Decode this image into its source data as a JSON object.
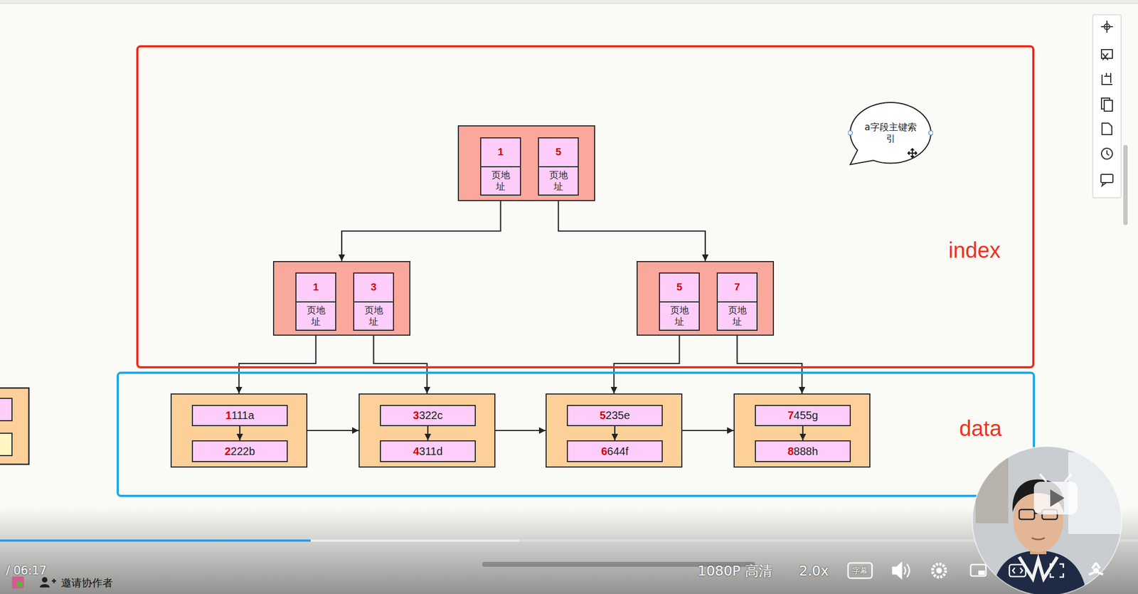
{
  "diagram": {
    "nodes": [
      {
        "text": [
          "index"
        ]
      },
      {
        "text": [],
        "in": 0
      },
      {
        "text": [
          "1",
          "页地址"
        ],
        "in": 1
      },
      {
        "text": [
          "5",
          "页地址"
        ],
        "in": 1
      },
      {
        "text": [
          "a字段主键索引"
        ],
        "in": 0
      },
      {
        "text": [],
        "in": 0
      },
      {
        "text": [
          "1",
          "页地址"
        ],
        "in": 5
      },
      {
        "text": [
          "3",
          "页地址"
        ],
        "in": 5
      },
      {
        "text": [],
        "in": 0
      },
      {
        "text": [
          "5",
          "页地址"
        ],
        "in": 8
      },
      {
        "text": [
          "7",
          "页地址"
        ],
        "in": 8
      },
      {
        "text": [
          "data"
        ]
      },
      {
        "text": [],
        "in": 11
      },
      {
        "text": [
          "1111a"
        ],
        "in": 12
      },
      {
        "text": [
          "2222b"
        ],
        "in": 12
      },
      {
        "text": [],
        "in": 11
      },
      {
        "text": [
          "3322c"
        ],
        "in": 15
      },
      {
        "text": [
          "4311d"
        ],
        "in": 15
      },
      {
        "text": [],
        "in": 11
      },
      {
        "text": [
          "5235e"
        ],
        "in": 18
      },
      {
        "text": [
          "6644f"
        ],
        "in": 18
      },
      {
        "text": [],
        "in": 11
      },
      {
        "text": [
          "7455g"
        ],
        "in": 21
      },
      {
        "text": [
          "8888h"
        ],
        "in": 21
      }
    ],
    "edges": [
      {
        "from": 2,
        "to": 5,
        "arrow": "to"
      },
      {
        "from": 3,
        "to": 8,
        "arrow": "to"
      },
      {
        "from": 6,
        "to": 12,
        "arrow": "to"
      },
      {
        "from": 7,
        "to": 15,
        "arrow": "to"
      },
      {
        "from": 9,
        "to": 18,
        "arrow": "to"
      },
      {
        "from": 10,
        "to": 21,
        "arrow": "to"
      },
      {
        "from": 13,
        "to": 14,
        "arrow": "to"
      },
      {
        "from": 12,
        "to": 15,
        "arrow": "to"
      },
      {
        "from": 16,
        "to": 17,
        "arrow": "to"
      },
      {
        "from": 15,
        "to": 18,
        "arrow": "to"
      },
      {
        "from": 19,
        "to": 20,
        "arrow": "to"
      },
      {
        "from": 18,
        "to": 21,
        "arrow": "to"
      },
      {
        "from": 22,
        "to": 23,
        "arrow": "to"
      }
    ],
    "labels": [
      "/ 06:17",
      "邀请协作者",
      "1080P 高清",
      "2.0x",
      "字幕"
    ]
  }
}
